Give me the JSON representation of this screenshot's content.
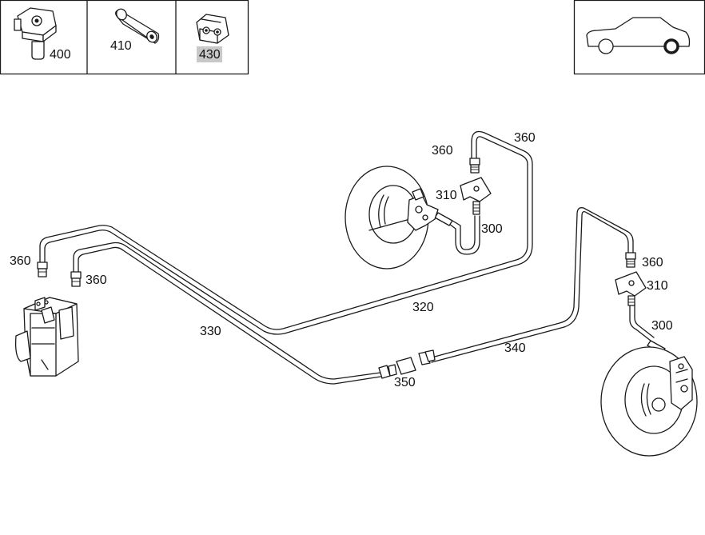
{
  "legend": {
    "items": [
      {
        "number": "400",
        "icon": "pipe-clip-icon",
        "highlighted": false
      },
      {
        "number": "410",
        "icon": "rubber-sleeve-icon",
        "highlighted": false
      },
      {
        "number": "430",
        "icon": "double-clip-icon",
        "highlighted": true
      }
    ],
    "vehicle_icon": "car-rear-wheel-icon",
    "highlight_color": "#c8c8c8"
  },
  "callouts": {
    "c360_top": "360",
    "c360_top_right": "360",
    "c310_top": "310",
    "c300_top": "300",
    "c360_left1": "360",
    "c360_left2": "360",
    "c330": "330",
    "c320": "320",
    "c340": "340",
    "c350": "350",
    "c360_right": "360",
    "c310_right": "310",
    "c300_right": "300"
  }
}
